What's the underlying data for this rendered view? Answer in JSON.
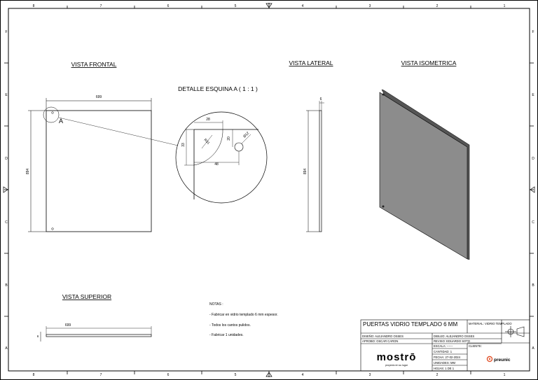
{
  "border": {
    "columns_top": [
      "8",
      "7",
      "6",
      "5",
      "4",
      "3",
      "2",
      "1"
    ],
    "columns_bottom": [
      "8",
      "7",
      "6",
      "5",
      "4",
      "3",
      "2",
      "1"
    ],
    "rows_left": [
      "F",
      "E",
      "D",
      "C",
      "B",
      "A"
    ],
    "rows_right": [
      "F",
      "E",
      "D",
      "C",
      "B",
      "A"
    ]
  },
  "views": {
    "frontal": {
      "title": "VISTA FRONTAL",
      "width_dim": "699",
      "height_dim": "894",
      "detail_ref": "A"
    },
    "detail": {
      "title": "DETALLE ESQUINA A ( 1 : 1 )",
      "dim_28": "28",
      "dim_20": "20",
      "dim_33": "33",
      "dim_48": "48",
      "radius": "R31",
      "hole": "Ø12"
    },
    "lateral": {
      "title": "VISTA LATERAL",
      "thickness_dim": "6",
      "height_dim": "894"
    },
    "isometrica": {
      "title": "VISTA ISOMETRICA"
    },
    "superior": {
      "title": "VISTA SUPERIOR",
      "width_dim": "699",
      "thickness_dim": "6"
    }
  },
  "notes": {
    "heading": "NOTAS :",
    "items": [
      "- Fabricar en vidrio templado 6 mm espesor.",
      "- Todos los cantos pulidos.",
      "- Fabricar 1 unidades."
    ]
  },
  "title_block": {
    "title": "PUERTAS VIDRIO TEMPLADO 6 MM",
    "material": "MATERIAL: VIDRIO TEMPLADO",
    "designed": "DISEÑO: ALEJANDRO OSSES",
    "approved": "APROBO: OSCAR CARON",
    "drawn": "DIBUJO: ALEJANDRO OSSES",
    "reviewed": "REVISO: EDUARDO SOTO",
    "scale": "ESCALA: ------",
    "quantity": "CANTIDAD: 1",
    "date": "FECHA: 27-02-2024",
    "units": "UNIDADES: MM",
    "sheet": "HOJAS: 1 DE 1",
    "client_label": "CLIENTE:",
    "company_logo": "mostrō",
    "company_tagline": "proyecto en su lugar",
    "client_logo": "preunic"
  }
}
